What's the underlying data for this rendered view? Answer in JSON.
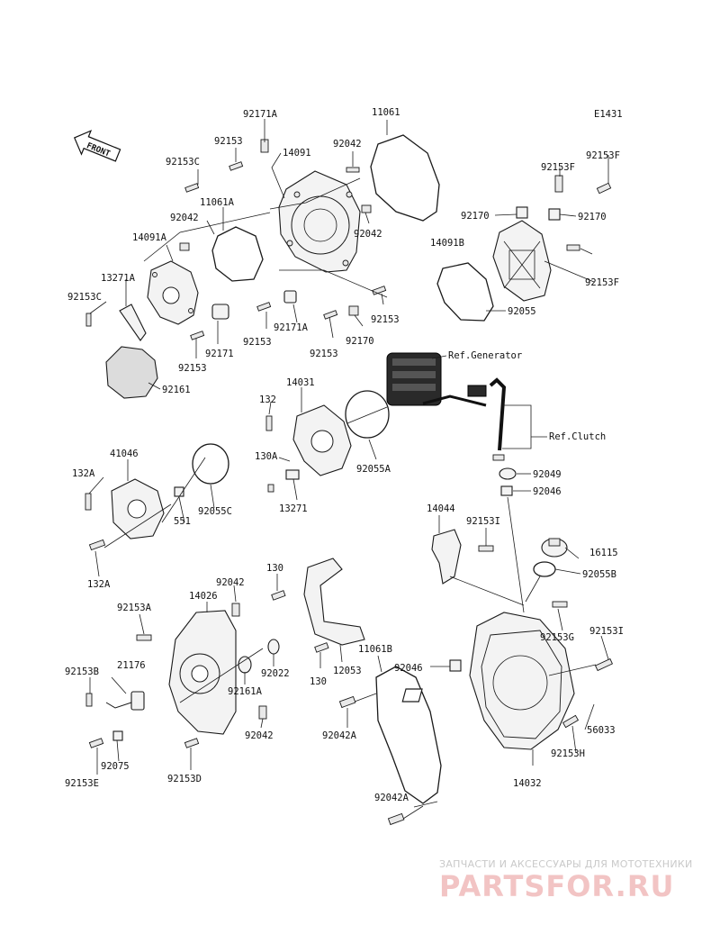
{
  "diagram_code": "E1431",
  "front_label": "FRONT",
  "labels": {
    "l_92171A_top": "92171A",
    "l_11061": "11061",
    "l_92153_a": "92153",
    "l_92042_a": "92042",
    "l_14091": "14091",
    "l_92153C_a": "92153C",
    "l_11061A": "11061A",
    "l_92042_b": "92042",
    "l_92042_c": "92042",
    "l_14091A": "14091A",
    "l_13271A": "13271A",
    "l_92153C_b": "92153C",
    "l_92171A_b": "92171A",
    "l_92153_b": "92153",
    "l_92153_c": "92153",
    "l_92170_a": "92170",
    "l_92153_d": "92153",
    "l_92171": "92171",
    "l_92153_e": "92153",
    "l_92161": "92161",
    "l_92153F_a": "92153F",
    "l_92153F_b": "92153F",
    "l_92170_b": "92170",
    "l_92170_c": "92170",
    "l_14091B": "14091B",
    "l_92153F_c": "92153F",
    "l_92055": "92055",
    "l_ref_generator": "Ref.Generator",
    "l_132": "132",
    "l_14031": "14031",
    "l_130A": "130A",
    "l_13271": "13271",
    "l_92055A": "92055A",
    "l_ref_clutch": "Ref.Clutch",
    "l_92049": "92049",
    "l_92046_a": "92046",
    "l_41046": "41046",
    "l_132A_a": "132A",
    "l_551": "551",
    "l_92055C": "92055C",
    "l_132A_b": "132A",
    "l_14044": "14044",
    "l_92153I_a": "92153I",
    "l_16115": "16115",
    "l_92055B": "92055B",
    "l_130_a": "130",
    "l_92042_d": "92042",
    "l_14026": "14026",
    "l_92153A": "92153A",
    "l_92153G": "92153G",
    "l_92153I_b": "92153I",
    "l_11061B": "11061B",
    "l_92046_b": "92046",
    "l_21176": "21176",
    "l_92022": "92022",
    "l_92153B": "92153B",
    "l_92161A": "92161A",
    "l_130_b": "130",
    "l_12053": "12053",
    "l_92042_e": "92042",
    "l_92042A_a": "92042A",
    "l_56033": "56033",
    "l_92153H": "92153H",
    "l_92075": "92075",
    "l_92153D": "92153D",
    "l_92153E": "92153E",
    "l_14032": "14032",
    "l_92042A_b": "92042A"
  },
  "watermark": {
    "subtitle": "ЗАПЧАСТИ И АКСЕССУАРЫ ДЛЯ МОТОТЕХНИКИ",
    "brand": "PARTSFOR.RU"
  }
}
